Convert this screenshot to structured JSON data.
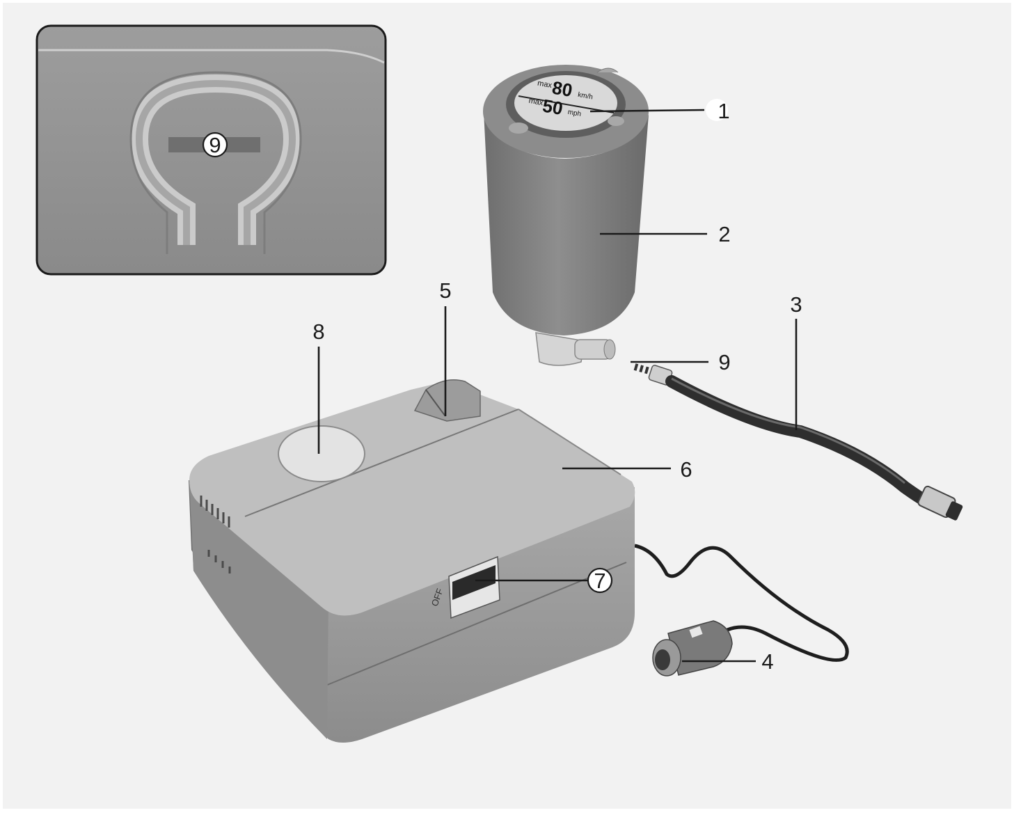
{
  "inset": {
    "badge_label": "9"
  },
  "canister_label": {
    "km_prefix": "max",
    "km_value": "80",
    "km_unit": "km/h",
    "mph_prefix": "max",
    "mph_value": "50",
    "mph_unit": "mph"
  },
  "switch_marking": "OFF",
  "callouts": {
    "c1": "1",
    "c2": "2",
    "c3": "3",
    "c4": "4",
    "c5": "5",
    "c6": "6",
    "c7": "7",
    "c8": "8",
    "c9": "9"
  },
  "colors": {
    "background": "#f2f2f2",
    "body_light": "#bdbdbd",
    "body_mid": "#9a9a9a",
    "body_dark": "#7a7a7a",
    "canister": "#7f7f7f",
    "hose": "#2e2e2e",
    "outline": "#1a1a1a"
  }
}
